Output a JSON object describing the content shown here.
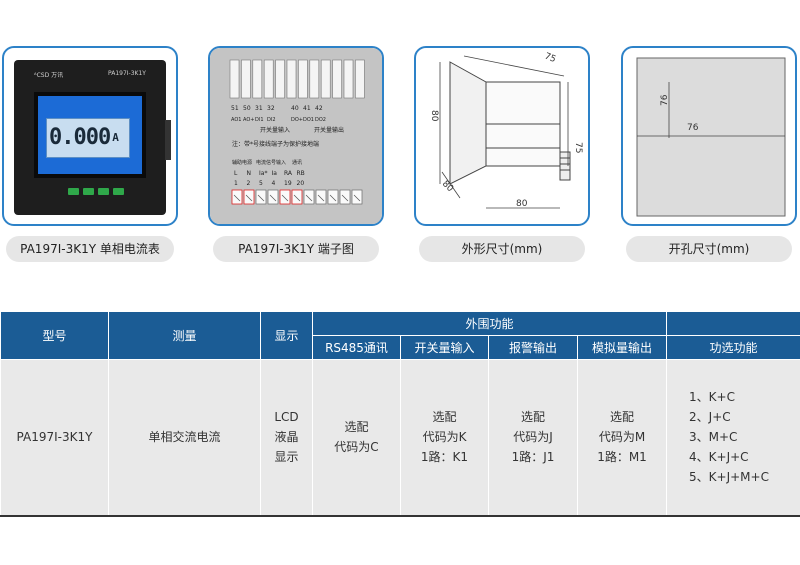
{
  "images": [
    {
      "caption": "PA197I-3K1Y 单相电流表"
    },
    {
      "caption": "PA197I-3K1Y 端子图"
    },
    {
      "caption": "外形尺寸(mm)"
    },
    {
      "caption": "开孔尺寸(mm)"
    }
  ],
  "meter": {
    "brand": "ᴬCSD 万讯",
    "model_label": "PA197I-3K1Y",
    "display_value": "0.000",
    "display_unit": "A"
  },
  "terminal": {
    "top_numbers": [
      "51",
      "50",
      "31",
      "32",
      "",
      "40",
      "41",
      "42"
    ],
    "top_signals": [
      "AO1",
      "AO+",
      "DI1",
      "DI2",
      "",
      "DO+",
      "DO1",
      "DO2"
    ],
    "top_group_left": "开关量输入",
    "top_group_right": "开关量输出",
    "note": "注：带*号接线端子为保护接地端",
    "bottom_groups": [
      "辅助电源",
      "电流信号输入",
      "通讯"
    ],
    "bottom_signals": [
      "L",
      "N",
      "Ia*",
      "Ia",
      "RA",
      "RB"
    ],
    "bottom_numbers": [
      "1",
      "2",
      "5",
      "4",
      "19",
      "20"
    ]
  },
  "outline": {
    "depth_top": "75",
    "height": "80",
    "side_height": "75",
    "width_bottom": "80",
    "depth_bottom": "80"
  },
  "cutout": {
    "height": "76",
    "width": "76"
  },
  "table": {
    "headers": {
      "model": "型号",
      "measure": "测量",
      "display": "显示",
      "peripheral": "外围功能",
      "rs485": "RS485通讯",
      "switch_in": "开关量输入",
      "alarm_out": "报警输出",
      "analog_out": "模拟量输出",
      "optional": "功选功能"
    },
    "row": {
      "model": "PA197I-3K1Y",
      "measure": "单相交流电流",
      "display": [
        "LCD",
        "液晶",
        "显示"
      ],
      "rs485": [
        "选配",
        "代码为C"
      ],
      "switch_in": [
        "选配",
        "代码为K",
        "1路：K1"
      ],
      "alarm_out": [
        "选配",
        "代码为J",
        "1路：J1"
      ],
      "analog_out": [
        "选配",
        "代码为M",
        "1路：M1"
      ],
      "optional": [
        "1、K+C",
        "2、J+C",
        "3、M+C",
        "4、K+J+C",
        "5、K+J+M+C"
      ]
    }
  }
}
